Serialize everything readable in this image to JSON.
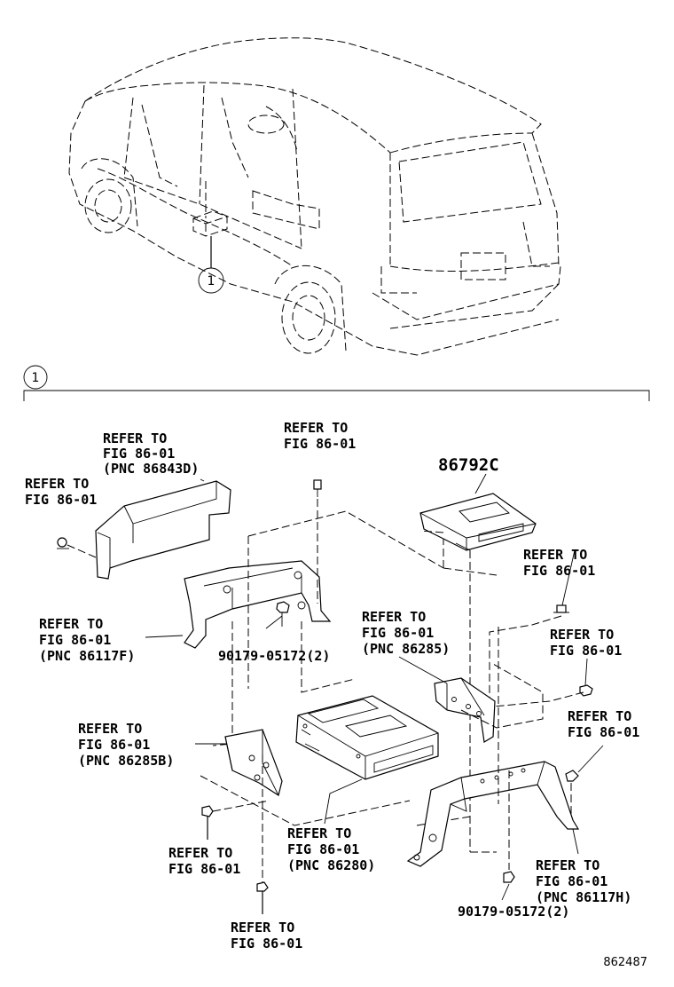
{
  "diagram": {
    "callout_marker": "1",
    "section_marker": "1",
    "drawing_number": "862487",
    "labels": [
      {
        "id": "top-center-ref",
        "lines": [
          "REFER TO",
          "FIG 86-01"
        ]
      },
      {
        "id": "cover-ref",
        "lines": [
          "REFER TO",
          "FIG 86-01",
          "(PNC 86843D)"
        ]
      },
      {
        "id": "left-screw-ref",
        "lines": [
          "REFER TO",
          "FIG 86-01"
        ]
      },
      {
        "id": "part-86792c",
        "lines": [
          "86792C"
        ]
      },
      {
        "id": "right-bolt-ref-1",
        "lines": [
          "REFER TO",
          "FIG 86-01"
        ]
      },
      {
        "id": "bracket-86117f-ref",
        "lines": [
          "REFER TO",
          "FIG 86-01",
          "(PNC 86117F)"
        ]
      },
      {
        "id": "nut-left",
        "lines": [
          "90179-05172(2)"
        ]
      },
      {
        "id": "bracket-86285-ref",
        "lines": [
          "REFER TO",
          "FIG 86-01",
          "(PNC 86285)"
        ]
      },
      {
        "id": "right-nut-ref",
        "lines": [
          "REFER TO",
          "FIG 86-01"
        ]
      },
      {
        "id": "right-bolt-ref-2",
        "lines": [
          "REFER TO",
          "FIG 86-01"
        ]
      },
      {
        "id": "bracket-86285b-ref",
        "lines": [
          "REFER TO",
          "FIG 86-01",
          "(PNC 86285B)"
        ]
      },
      {
        "id": "unit-86280-ref",
        "lines": [
          "REFER TO",
          "FIG 86-01",
          "(PNC 86280)"
        ]
      },
      {
        "id": "lower-left-bolt-ref",
        "lines": [
          "REFER TO",
          "FIG 86-01"
        ]
      },
      {
        "id": "bracket-86117h-ref",
        "lines": [
          "REFER TO",
          "FIG 86-01",
          "(PNC 86117H)"
        ]
      },
      {
        "id": "bottom-nut-ref",
        "lines": [
          "REFER TO",
          "FIG 86-01"
        ]
      },
      {
        "id": "nut-right",
        "lines": [
          "90179-05172(2)"
        ]
      }
    ]
  }
}
